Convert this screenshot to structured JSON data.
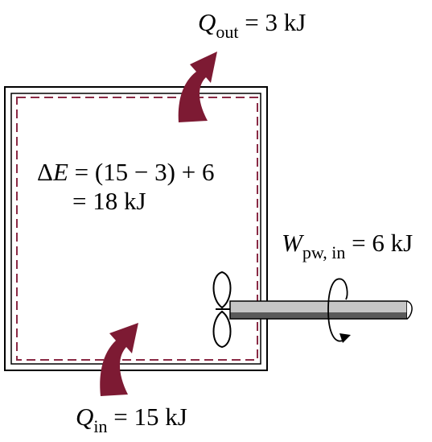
{
  "q_out": {
    "symbol": "Q",
    "subscript": "out",
    "value": "= 3 kJ"
  },
  "q_in": {
    "symbol": "Q",
    "subscript": "in",
    "value": "= 15 kJ"
  },
  "w_pw": {
    "symbol": "W",
    "subscript": "pw, in",
    "value": "= 6 kJ"
  },
  "energy_balance": {
    "delta": "Δ",
    "symbol": "E",
    "rhs_line1": "= (15 − 3) + 6",
    "rhs_line2": "= 18 kJ"
  },
  "colors": {
    "arrow": "#7d1a33",
    "boundary": "#8a2a45",
    "shaft_light": "#c6c6c6",
    "shaft_dark": "#5a5a5a"
  }
}
